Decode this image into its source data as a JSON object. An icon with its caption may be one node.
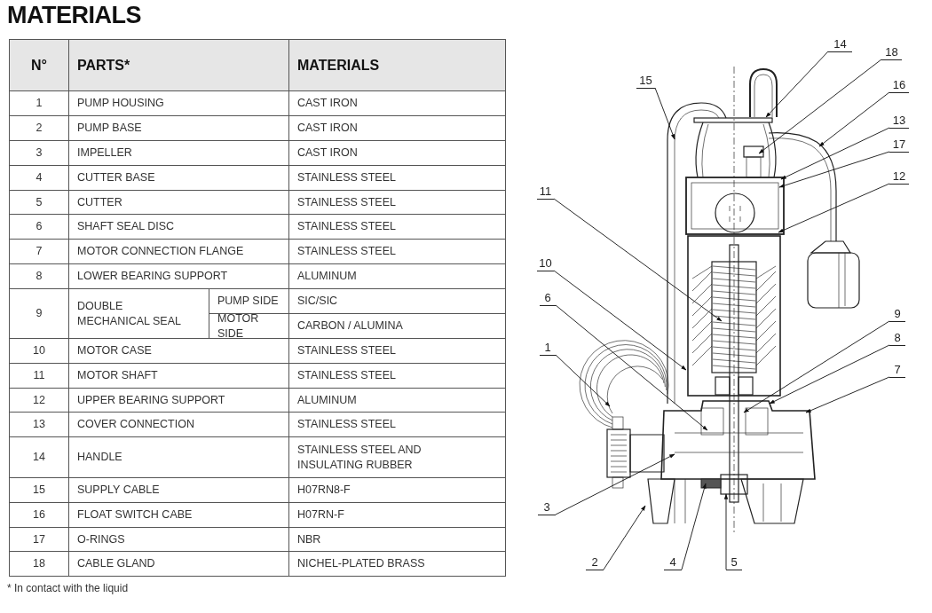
{
  "diagram": {
    "title": "MATERIALS",
    "nodes": [
      {
        "text": [
          "14"
        ]
      },
      {
        "text": [
          "18"
        ]
      },
      {
        "text": [
          "15"
        ]
      },
      {
        "text": [
          "16"
        ]
      },
      {
        "text": [
          "13"
        ]
      },
      {
        "text": [
          "17"
        ]
      },
      {
        "text": [
          "12"
        ]
      },
      {
        "text": [
          "11"
        ]
      },
      {
        "text": [
          "10"
        ]
      },
      {
        "text": [
          "6"
        ]
      },
      {
        "text": [
          "9"
        ]
      },
      {
        "text": [
          "1"
        ]
      },
      {
        "text": [
          "8"
        ]
      },
      {
        "text": [
          "7"
        ]
      },
      {
        "text": [
          "3"
        ]
      },
      {
        "text": [
          "2"
        ]
      },
      {
        "text": [
          "4"
        ]
      },
      {
        "text": [
          "5"
        ]
      }
    ],
    "edges": [
      {
        "from": 0,
        "to": null,
        "arrow": "to"
      },
      {
        "from": 1,
        "to": null,
        "arrow": "to"
      },
      {
        "from": 2,
        "to": null,
        "arrow": "to"
      },
      {
        "from": 3,
        "to": null,
        "arrow": "to"
      },
      {
        "from": 4,
        "to": null,
        "arrow": "to"
      },
      {
        "from": 5,
        "to": null,
        "arrow": "to"
      },
      {
        "from": 6,
        "to": null,
        "arrow": "to"
      },
      {
        "from": 7,
        "to": null,
        "arrow": "to"
      },
      {
        "from": 8,
        "to": null,
        "arrow": "to"
      },
      {
        "from": 9,
        "to": null,
        "arrow": "to"
      },
      {
        "from": 10,
        "to": null,
        "arrow": "to"
      },
      {
        "from": 11,
        "to": null,
        "arrow": "to"
      },
      {
        "from": 12,
        "to": null,
        "arrow": "to"
      },
      {
        "from": 13,
        "to": null,
        "arrow": "to"
      },
      {
        "from": 14,
        "to": null,
        "arrow": "to"
      },
      {
        "from": 15,
        "to": null,
        "arrow": "to"
      },
      {
        "from": 16,
        "to": null,
        "arrow": "to"
      },
      {
        "from": 17,
        "to": null,
        "arrow": "to"
      }
    ],
    "labels": [
      "N°",
      "PARTS*",
      "MATERIALS",
      "1",
      "PUMP HOUSING",
      "CAST IRON",
      "2",
      "PUMP BASE",
      "CAST IRON",
      "3",
      "IMPELLER",
      "CAST IRON",
      "4",
      "CUTTER BASE",
      "STAINLESS STEEL",
      "5",
      "CUTTER",
      "STAINLESS STEEL",
      "6",
      "SHAFT SEAL DISC",
      "STAINLESS STEEL",
      "7",
      "MOTOR CONNECTION FLANGE",
      "STAINLESS STEEL",
      "8",
      "LOWER BEARING SUPPORT",
      "ALUMINUM",
      "9",
      "DOUBLE MECHANICAL SEAL",
      "PUMP SIDE",
      "SIC/SIC",
      "MOTOR SIDE",
      "CARBON / ALUMINA",
      "10",
      "MOTOR CASE",
      "STAINLESS STEEL",
      "11",
      "MOTOR SHAFT",
      "STAINLESS STEEL",
      "12",
      "UPPER BEARING SUPPORT",
      "ALUMINUM",
      "13",
      "COVER CONNECTION",
      "STAINLESS STEEL",
      "14",
      "HANDLE",
      "STAINLESS STEEL AND INSULATING RUBBER",
      "15",
      "SUPPLY CABLE",
      "H07RN8-F",
      "16",
      "FLOAT SWITCH CABE",
      "H07RN-F",
      "17",
      "O-RINGS",
      "NBR",
      "18",
      "CABLE GLAND",
      "NICHEL-PLATED BRASS",
      "* In contact with the liquid"
    ]
  }
}
